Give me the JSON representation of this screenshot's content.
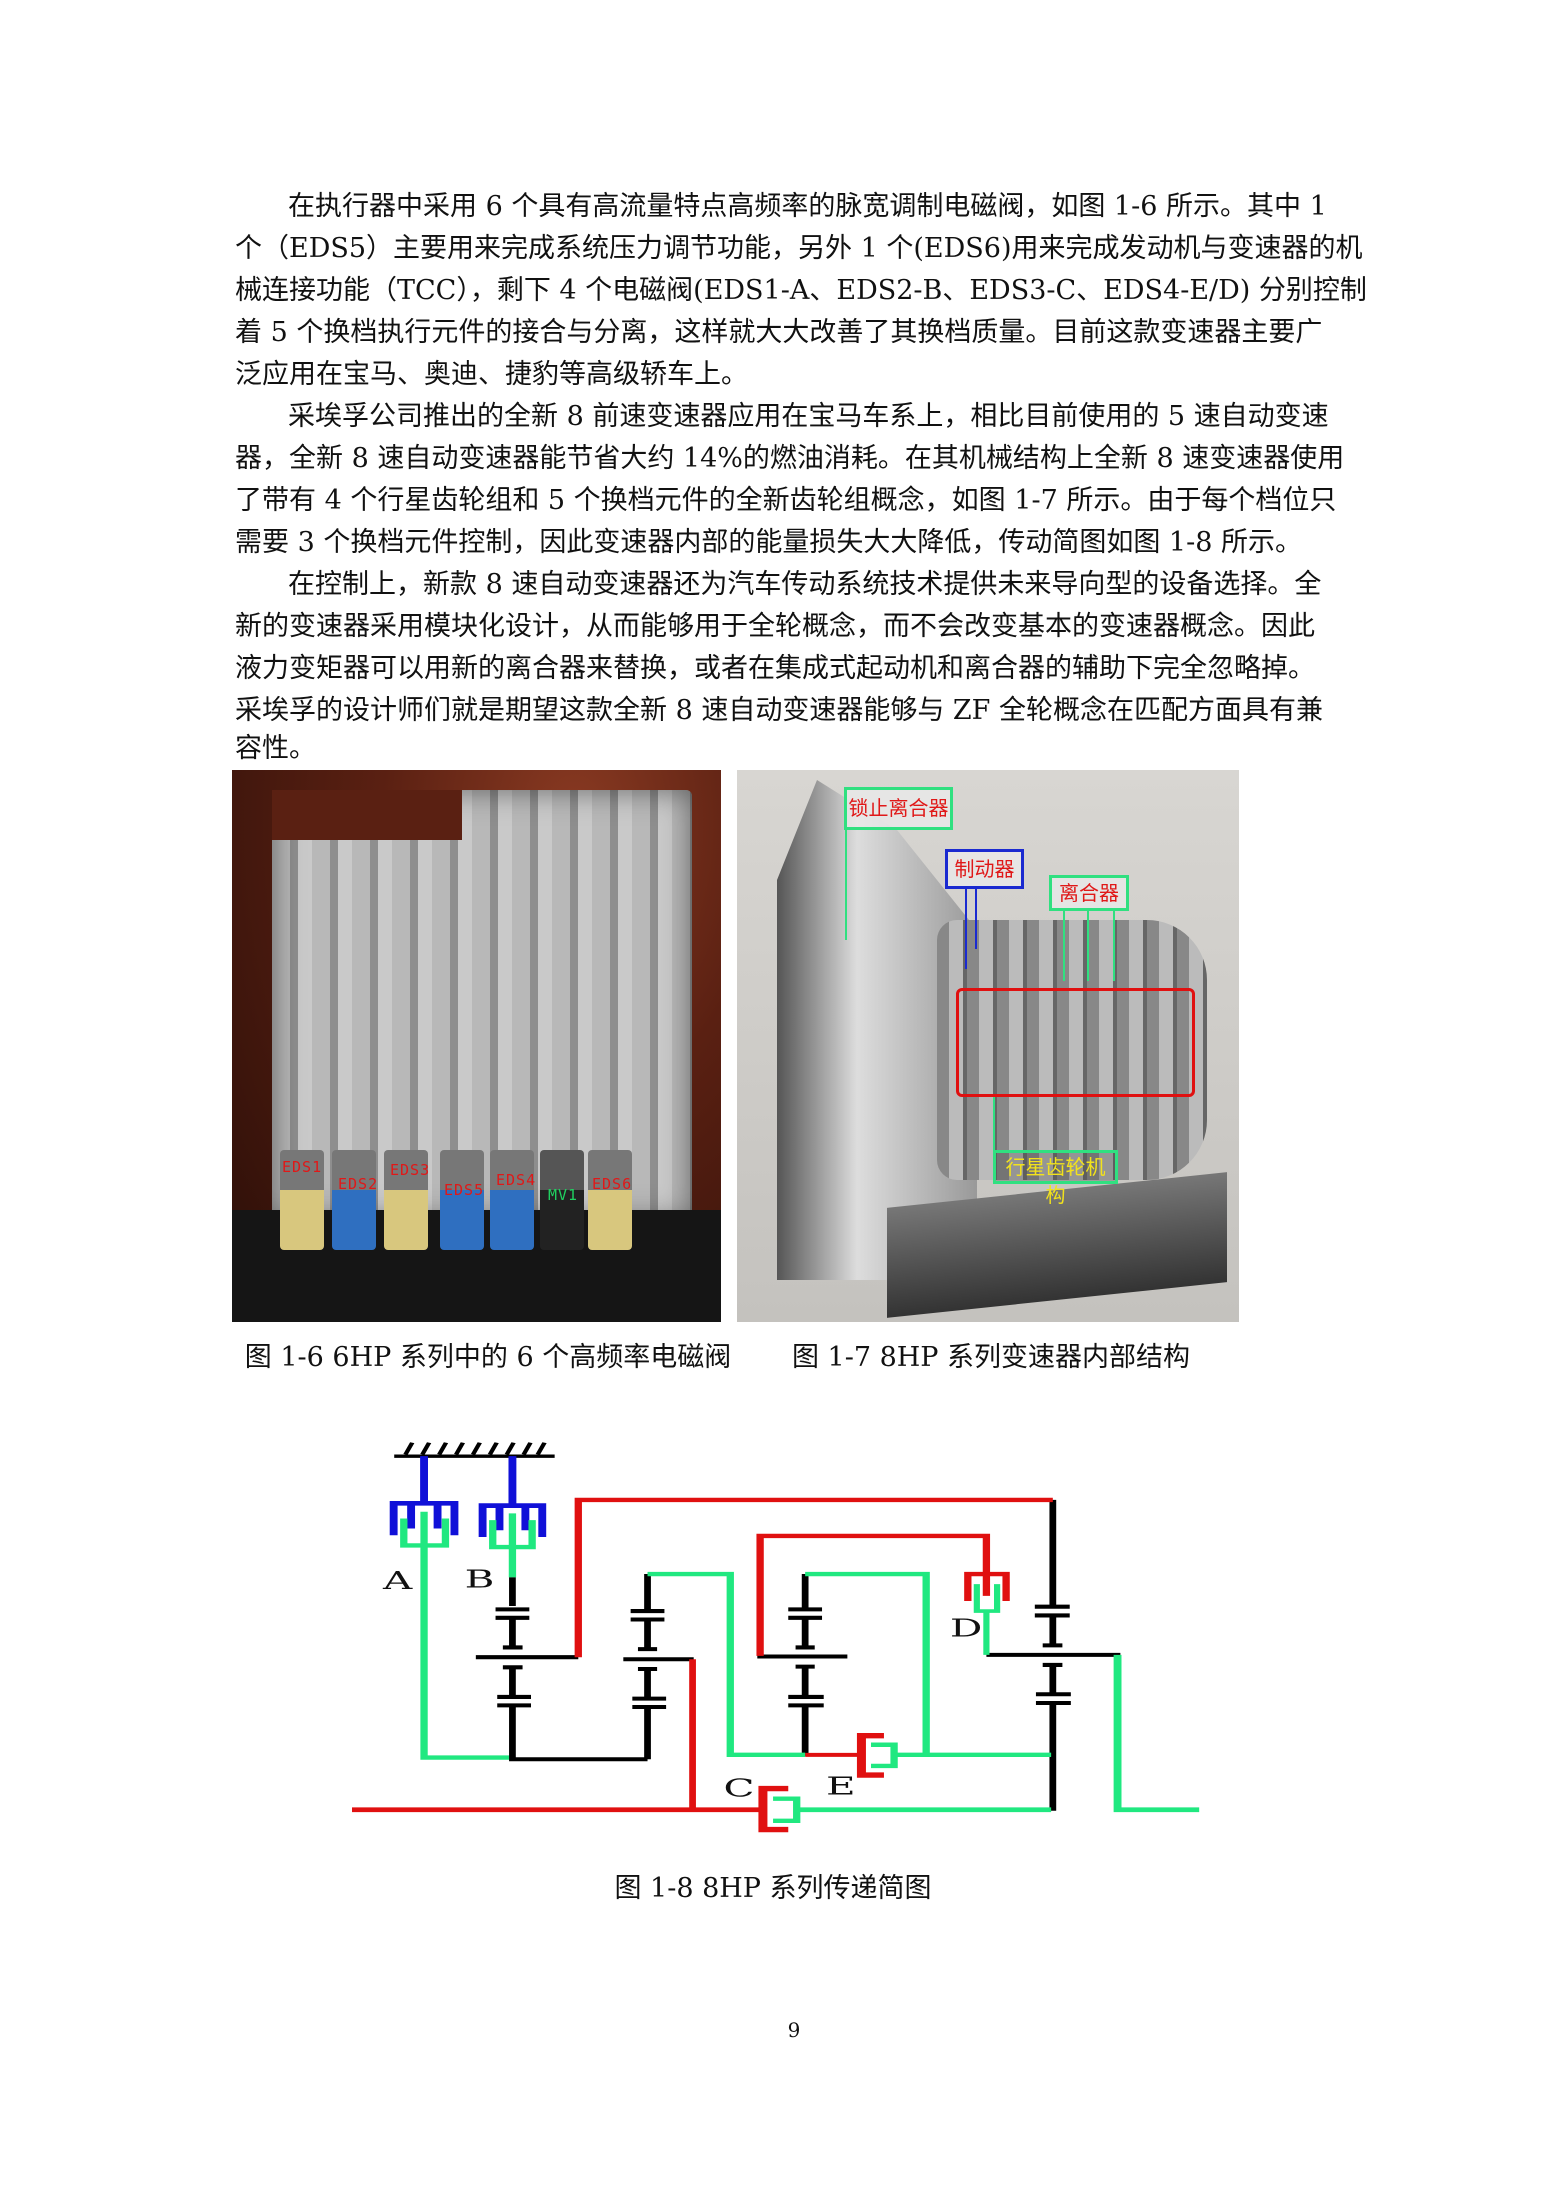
{
  "paragraphs": [
    {
      "lines": [
        "在执行器中采用 6 个具有高流量特点高频率的脉宽调制电磁阀，如图 1-6 所示。其中 1",
        "个（EDS5）主要用来完成系统压力调节功能，另外 1 个(EDS6)用来完成发动机与变速器的机",
        "械连接功能（TCC），剩下 4 个电磁阀(EDS1-A、EDS2-B、EDS3-C、EDS4-E/D) 分别控制",
        "着 5 个换档执行元件的接合与分离，这样就大大改善了其换档质量。目前这款变速器主要广",
        "泛应用在宝马、奥迪、捷豹等高级轿车上。"
      ]
    },
    {
      "lines": [
        "采埃孚公司推出的全新 8 前速变速器应用在宝马车系上，相比目前使用的 5 速自动变速",
        "器，全新 8 速自动变速器能节省大约 14%的燃油消耗。在其机械结构上全新 8 速变速器使用",
        "了带有 4 个行星齿轮组和 5 个换档元件的全新齿轮组概念，如图 1-7 所示。由于每个档位只",
        "需要 3 个换档元件控制，因此变速器内部的能量损失大大降低，传动简图如图 1-8 所示。"
      ]
    },
    {
      "lines": [
        "在控制上，新款 8 速自动变速器还为汽车传动系统技术提供未来导向型的设备选择。全",
        "新的变速器采用模块化设计，从而能够用于全轮概念，而不会改变基本的变速器概念。因此",
        "液力变矩器可以用新的离合器来替换，或者在集成式起动机和离合器的辅助下完全忽略掉。",
        "采埃孚的设计师们就是期望这款全新 8 速自动变速器能够与 ZF 全轮概念在匹配方面具有兼",
        "容性。"
      ]
    }
  ],
  "figure_1_6": {
    "caption": "图 1-6 6HP 系列中的 6 个高频率电磁阀",
    "solenoid_labels": [
      "EDS1",
      "EDS2",
      "EDS3",
      "EDS5",
      "EDS4",
      "MV1",
      "EDS6"
    ]
  },
  "figure_1_7": {
    "caption": "图 1-7    8HP 系列变速器内部结构",
    "callouts": {
      "lockup_clutch": "锁止离合器",
      "brake": "制动器",
      "clutch": "离合器",
      "planetary": "行星齿轮机构"
    }
  },
  "figure_1_8": {
    "caption": "图 1-8    8HP 系列传递简图",
    "labels": {
      "a": "A",
      "b": "B",
      "c": "C",
      "d": "D",
      "e": "E"
    }
  },
  "colors": {
    "red": "#e01010",
    "green": "#20e880",
    "blue": "#1010d8",
    "black": "#000000"
  },
  "page_number": "9"
}
